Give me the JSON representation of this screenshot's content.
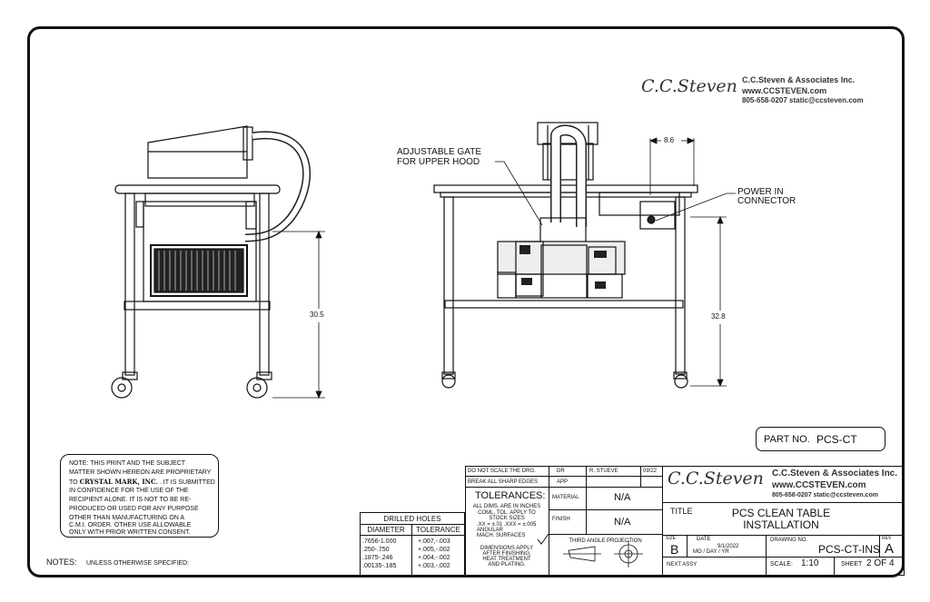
{
  "company": {
    "signature": "C.C.Steven",
    "name": "C.C.Steven & Associates Inc.",
    "website": "www.CCSTEVEN.com",
    "contact": "805-658-0207 static@ccsteven.com"
  },
  "callouts": {
    "gate_line1": "ADJUSTABLE GATE",
    "gate_line2": "FOR UPPER HOOD",
    "power_line1": "POWER IN",
    "power_line2": "CONNECTOR"
  },
  "dimensions": {
    "left_height": "30.5",
    "right_height": "32.8",
    "top_offset": "8.6"
  },
  "part": {
    "label": "PART NO.",
    "number": "PCS-CT"
  },
  "note": {
    "lines": [
      "NOTE: THIS PRINT AND THE SUBJECT",
      "MATTER SHOWN HEREON ARE PROPRIETARY",
      "IN CONFIDENCE FOR THE USE OF THE",
      "RECIPIENT ALONE. IT IS NOT TO BE RE-",
      "PRODUCED OR USED FOR ANY PURPOSE",
      "OTHER THAN MANUFACTURING ON A",
      "C.M.I. ORDER. OTHER USE ALLOWABLE",
      "ONLY WITH PRIOR WRITTEN CONSENT."
    ],
    "line2_prefix": "TO",
    "line2_company": "CRYSTAL MARK, INC.",
    "line2_suffix": ". IT IS SUBMITTED"
  },
  "notes_label": "NOTES:",
  "notes_text": "UNLESS OTHERWISE SPECIFIED:",
  "drilled_holes": {
    "title": "DRILLED HOLES",
    "headers": [
      "DIAMETER",
      "TOLERANCE"
    ],
    "rows": [
      [
        ".7656-1.000",
        "+.007,-.003"
      ],
      [
        ".250-.750",
        "+.005,-.002"
      ],
      [
        ".1875-.246",
        "+.004,-.002"
      ],
      [
        ".00135-.185",
        "+.003,-.002"
      ]
    ]
  },
  "title_block": {
    "no_scale": "DO NOT SCALE THE DRG.",
    "break_edges": "BREAK ALL SHARP EDGES",
    "dr_label": "DR",
    "dr_name": "R. STUEVE",
    "dr_date": "09/22",
    "app_label": "APP",
    "tolerances": "TOLERANCES:",
    "tol_lines": [
      "ALL DIMS. ARE IN INCHES",
      "COML. TOL. APPLY TO",
      "STOCK SIZES",
      ".XX = ±.01   .XXX = ±.005",
      "ANGULAR",
      "MACH. SURFACES"
    ],
    "finish_lines": [
      "DIMENSIONS APPLY",
      "AFTER FINISHING,",
      "HEAT TREATMENT",
      "AND PLATING."
    ],
    "material_label": "MATERIAL",
    "material_value": "N/A",
    "finish_label": "FINISH",
    "finish_value": "N/A",
    "projection": "THIRD ANGLE PROJECTION",
    "title_label": "TITLE",
    "title_line1": "PCS CLEAN TABLE",
    "title_line2": "INSTALLATION",
    "size_label": "SIZE",
    "size_value": "B",
    "date_label": "DATE",
    "date_value": "9/1/2022",
    "date_format": "MO / DAY / YR",
    "drawing_no_label": "DRAWING NO.",
    "drawing_no": "PCS-CT-INS",
    "rev_label": "REV",
    "rev_value": "A",
    "next_assy": "NEXT ASSY",
    "scale_label": "SCALE:",
    "scale_value": "1:10",
    "sheet_label": "SHEET",
    "sheet_value": "2 OF 4"
  }
}
